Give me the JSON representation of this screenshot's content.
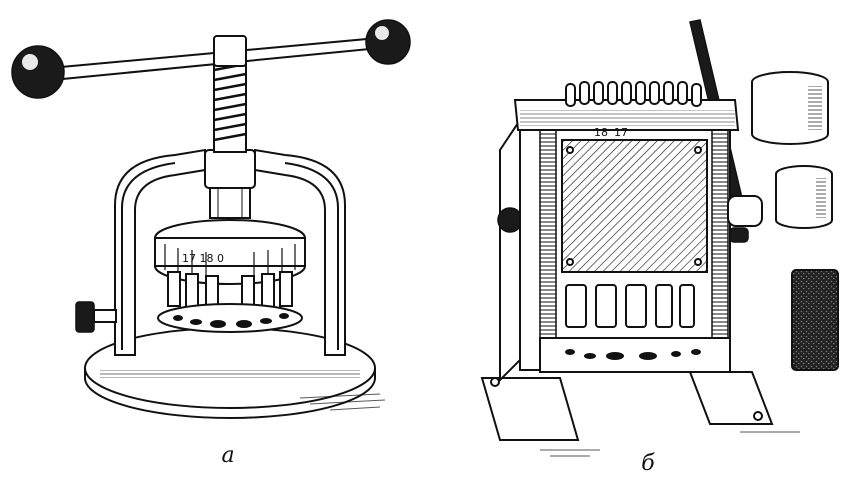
{
  "captions": {
    "left": "а",
    "right": "б"
  },
  "dial_digits": {
    "left": "17 18 0",
    "right_a": "18",
    "right_b": "17"
  }
}
